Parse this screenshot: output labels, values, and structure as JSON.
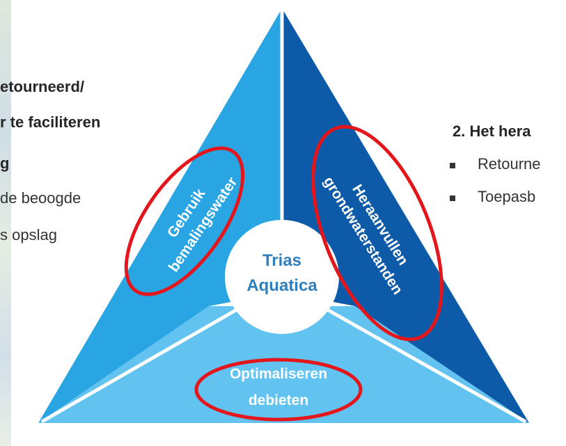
{
  "left_text": {
    "line1": "etourneerd/",
    "line2": "r te faciliteren",
    "line3": "g",
    "line4": "de beoogde",
    "line5": "s opslag"
  },
  "right_text": {
    "heading": "2. Het hera",
    "bullet1": "Retourne",
    "bullet2": "Toepasb"
  },
  "diagram": {
    "center_line1": "Trias",
    "center_line2": "Aquatica",
    "left_segment_line1": "Gebruik",
    "left_segment_line2": "bemalingswater",
    "right_segment_line1": "Heraanvullen",
    "right_segment_line2": "grondwaterstanden",
    "bottom_segment_line1": "Optimaliseren",
    "bottom_segment_line2": "debieten"
  },
  "colors": {
    "left_segment": "#2aa5e3",
    "right_segment": "#0d5aa8",
    "bottom_segment": "#62c3f1",
    "highlight_ellipse": "#e3161b",
    "center_text": "#2f7fbf"
  }
}
